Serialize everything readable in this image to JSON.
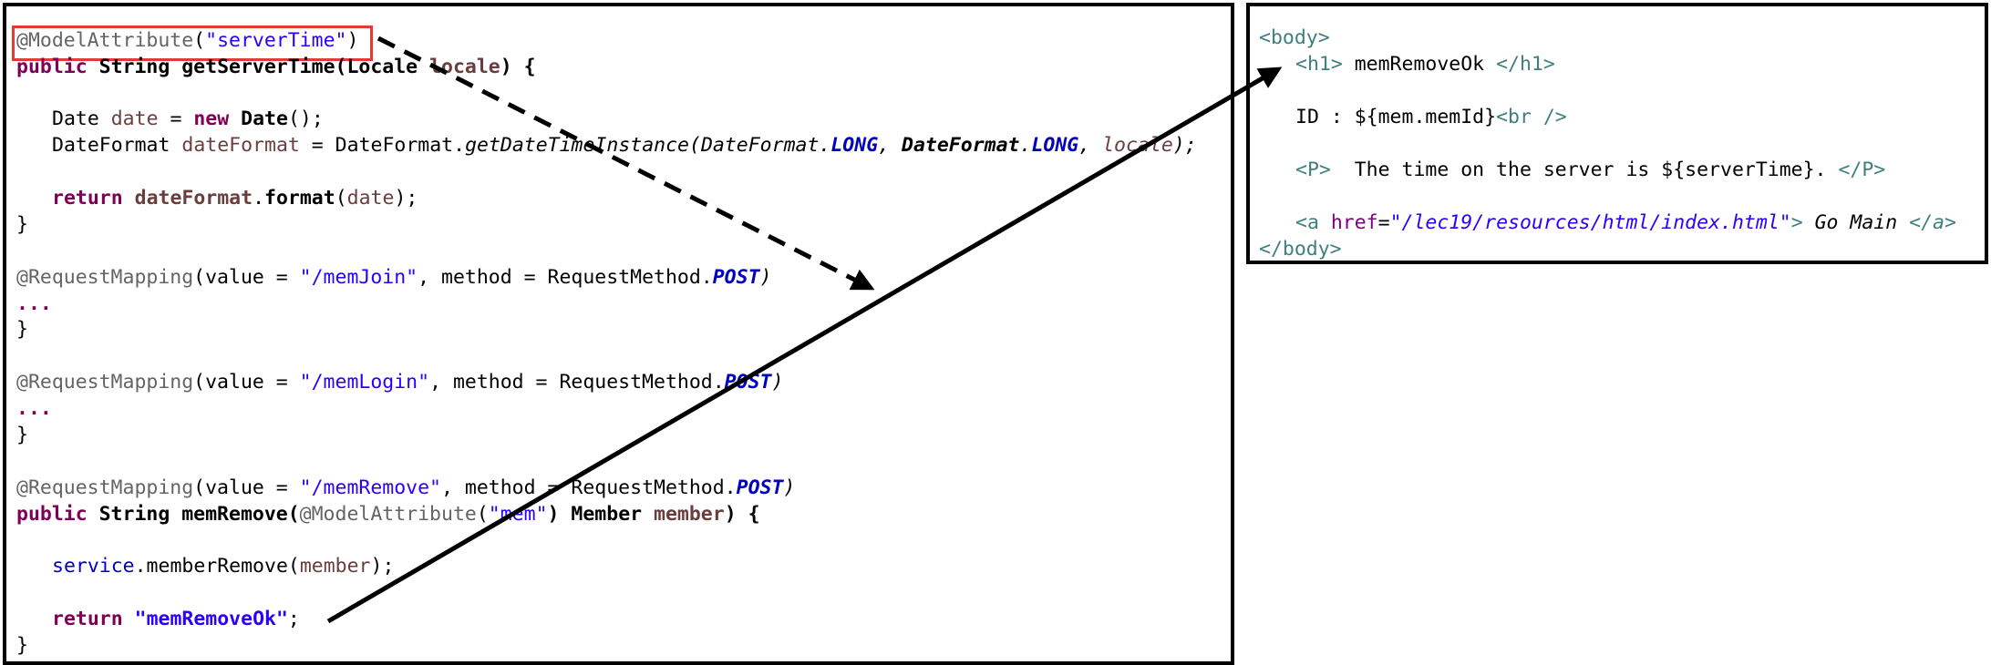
{
  "java": {
    "l1": {
      "ann": "@ModelAttribute",
      "p1": "(",
      "str": "\"serverTime\"",
      "p2": ")"
    },
    "l2": {
      "kw": "public",
      "t1": " ",
      "b1": "String getServerTime(Locale ",
      "var": "locale",
      "t2": ") {"
    },
    "l3": {
      "t1": "Date ",
      "var": "date",
      "t2": " = ",
      "kw": "new",
      "b": " Date",
      "t3": "();"
    },
    "l4": {
      "t1": "DateFormat ",
      "var": "dateFormat",
      "t2": " = DateFormat.",
      "st": "getDateTimeInstance",
      "it1": "(DateFormat.",
      "c1": "LONG",
      "it2": ", ",
      "b1": "DateFormat",
      "it3": ".",
      "c2": "LONG",
      "it4": ", ",
      "var2": "locale",
      "it5": ");"
    },
    "l5": {
      "kw": "return",
      "t1": " ",
      "fld": "dateFormat",
      "t2": ".",
      "b": "format",
      "t3": "(",
      "var": "date",
      "t4": ");"
    },
    "l6": "}",
    "l7": {
      "ann": "@RequestMapping",
      "t1": "(value = ",
      "str": "\"/memJoin\"",
      "t2": ", method = RequestMethod.",
      "c": "POST",
      "t3": ")"
    },
    "l8": "...",
    "l9": "}",
    "l10": {
      "ann": "@RequestMapping",
      "t1": "(value = ",
      "str": "\"/memLogin\"",
      "t2": ", method = RequestMethod.",
      "c": "POST",
      "t3": ")"
    },
    "l11": "...",
    "l12": "}",
    "l13": {
      "ann": "@RequestMapping",
      "t1": "(value = ",
      "str": "\"/memRemove\"",
      "t2": ", method = RequestMethod.",
      "c": "POST",
      "t3": ")"
    },
    "l14": {
      "kw": "public",
      "b1": " String memRemove(",
      "ann": "@ModelAttribute",
      "t1": "(",
      "str": "\"mem\"",
      "b2": ") Member ",
      "var": "member",
      "t2": ") {"
    },
    "l15": {
      "fld": "service",
      "t1": ".memberRemove(",
      "var": "member",
      "t2": ");"
    },
    "l16": {
      "kw": "return",
      "t1": " ",
      "str": "\"memRemoveOk\"",
      "t2": ";"
    },
    "l17": "}"
  },
  "html": {
    "h1": "<body>",
    "h2": {
      "open": "<h1>",
      "text": " memRemoveOk ",
      "close": "</h1>"
    },
    "h3": {
      "text": "ID : ${mem.memId}",
      "br": "<br />"
    },
    "h4": {
      "open": "<P>",
      "text": "  The time on the server is ${serverTime}. ",
      "close": "</P>"
    },
    "h5": {
      "open": "<a ",
      "attr": "href",
      "eq": "=",
      "val": "\"/lec19/resources/html/index.html\"",
      "gt": ">",
      "text": " Go Main ",
      "close": "</a>"
    },
    "h6": "</body>"
  },
  "colors": {
    "keyword": "#7f0055",
    "annotation": "#646464",
    "string": "#2a00ff",
    "field": "#0000c0",
    "tag": "#3f7f7f",
    "highlight": "#e53935"
  }
}
